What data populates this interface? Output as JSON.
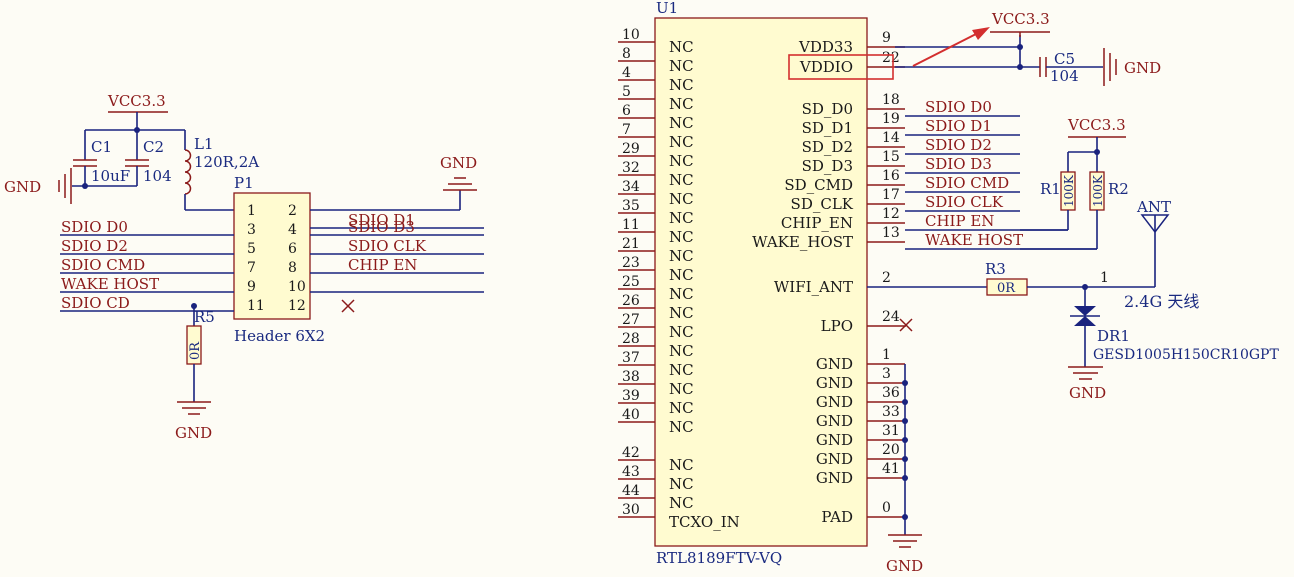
{
  "u1": {
    "designator": "U1",
    "part": "RTL8189FTV-VQ",
    "left_pins": [
      {
        "num": "10",
        "name": "NC"
      },
      {
        "num": "8",
        "name": "NC"
      },
      {
        "num": "4",
        "name": "NC"
      },
      {
        "num": "5",
        "name": "NC"
      },
      {
        "num": "6",
        "name": "NC"
      },
      {
        "num": "7",
        "name": "NC"
      },
      {
        "num": "29",
        "name": "NC"
      },
      {
        "num": "32",
        "name": "NC"
      },
      {
        "num": "34",
        "name": "NC"
      },
      {
        "num": "35",
        "name": "NC"
      },
      {
        "num": "11",
        "name": "NC"
      },
      {
        "num": "21",
        "name": "NC"
      },
      {
        "num": "23",
        "name": "NC"
      },
      {
        "num": "25",
        "name": "NC"
      },
      {
        "num": "26",
        "name": "NC"
      },
      {
        "num": "27",
        "name": "NC"
      },
      {
        "num": "28",
        "name": "NC"
      },
      {
        "num": "37",
        "name": "NC"
      },
      {
        "num": "38",
        "name": "NC"
      },
      {
        "num": "39",
        "name": "NC"
      },
      {
        "num": "40",
        "name": "NC"
      },
      {
        "num": "42",
        "name": "NC"
      },
      {
        "num": "43",
        "name": "NC"
      },
      {
        "num": "44",
        "name": "NC"
      },
      {
        "num": "30",
        "name": "TCXO_IN"
      }
    ],
    "right_pins": [
      {
        "num": "9",
        "name": "VDD33"
      },
      {
        "num": "22",
        "name": "VDDIO"
      },
      {
        "num": "18",
        "name": "SD_D0",
        "net": "SDIO_D0"
      },
      {
        "num": "19",
        "name": "SD_D1",
        "net": "SDIO_D1"
      },
      {
        "num": "14",
        "name": "SD_D2",
        "net": "SDIO_D2"
      },
      {
        "num": "15",
        "name": "SD_D3",
        "net": "SDIO_D3"
      },
      {
        "num": "16",
        "name": "SD_CMD",
        "net": "SDIO_CMD"
      },
      {
        "num": "17",
        "name": "SD_CLK",
        "net": "SDIO_CLK"
      },
      {
        "num": "12",
        "name": "CHIP_EN",
        "net": "CHIP_EN"
      },
      {
        "num": "13",
        "name": "WAKE_HOST",
        "net": "WAKE_HOST"
      },
      {
        "num": "2",
        "name": "WIFI_ANT"
      },
      {
        "num": "24",
        "name": "LPO"
      },
      {
        "num": "1",
        "name": "GND"
      },
      {
        "num": "3",
        "name": "GND"
      },
      {
        "num": "36",
        "name": "GND"
      },
      {
        "num": "33",
        "name": "GND"
      },
      {
        "num": "31",
        "name": "GND"
      },
      {
        "num": "20",
        "name": "GND"
      },
      {
        "num": "41",
        "name": "GND"
      },
      {
        "num": "0",
        "name": "PAD"
      }
    ]
  },
  "p1": {
    "designator": "P1",
    "part": "Header 6X2",
    "rows": [
      {
        "l": "1",
        "r": "2",
        "lnet": "",
        "rnet": "SDIO_D1"
      },
      {
        "l": "3",
        "r": "4",
        "lnet": "SDIO_D0",
        "rnet": "SDIO_D3"
      },
      {
        "l": "5",
        "r": "6",
        "lnet": "SDIO_D2",
        "rnet": "SDIO_CLK"
      },
      {
        "l": "7",
        "r": "8",
        "lnet": "SDIO_CMD",
        "rnet": "CHIP_EN"
      },
      {
        "l": "9",
        "r": "10",
        "lnet": "WAKE_HOST",
        "rnet": ""
      },
      {
        "l": "11",
        "r": "12",
        "lnet": "SDIO_CD",
        "rnet": ""
      }
    ]
  },
  "parts": {
    "c1": {
      "des": "C1",
      "val": "10uF"
    },
    "c2": {
      "des": "C2",
      "val": "104"
    },
    "c5": {
      "des": "C5",
      "val": "104"
    },
    "l1": {
      "des": "L1",
      "val": "120R,2A"
    },
    "r1": {
      "des": "R1",
      "val": "100K"
    },
    "r2": {
      "des": "R2",
      "val": "100K"
    },
    "r3": {
      "des": "R3",
      "val": "0R"
    },
    "r5": {
      "des": "R5",
      "val": "0R"
    },
    "dr1": {
      "des": "DR1",
      "val": "GESD1005H150CR10GPT"
    }
  },
  "power": {
    "vcc": "VCC3.3",
    "gnd": "GND"
  },
  "antenna": {
    "label": "ANT",
    "desc": "2.4G 天线"
  },
  "highlight": {
    "color": "#d32f2f"
  }
}
